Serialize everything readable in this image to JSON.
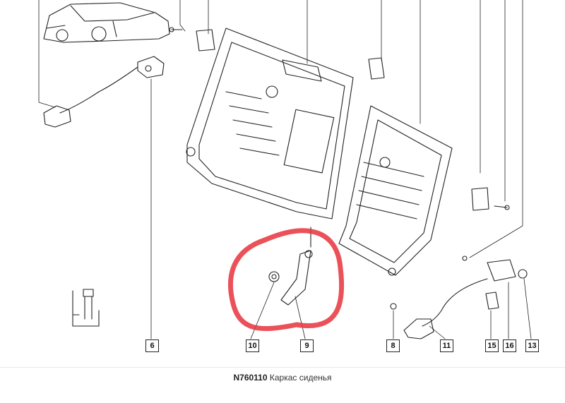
{
  "caption": {
    "code": "N760110",
    "title": "Каркас сиденья"
  },
  "callouts": {
    "c6": "6",
    "c8": "8",
    "c9": "9",
    "c10": "10",
    "c11": "11",
    "c13": "13",
    "c15": "15",
    "c16": "16"
  },
  "highlight_color": "#e8333c"
}
